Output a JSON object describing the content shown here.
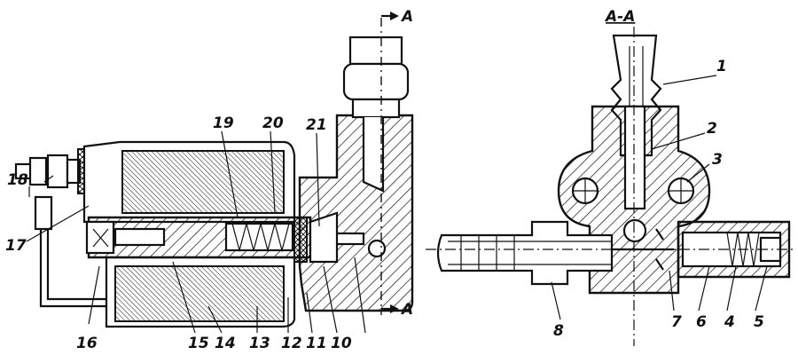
{
  "section_mark": {
    "letter": "A",
    "title": "A-A"
  },
  "left_view": {
    "callouts": [
      "18",
      "17",
      "16",
      "15",
      "14",
      "13",
      "12",
      "11",
      "10",
      "19",
      "20",
      "21"
    ]
  },
  "right_view": {
    "callouts": [
      "1",
      "2",
      "3",
      "8",
      "7",
      "6",
      "4",
      "5"
    ]
  }
}
